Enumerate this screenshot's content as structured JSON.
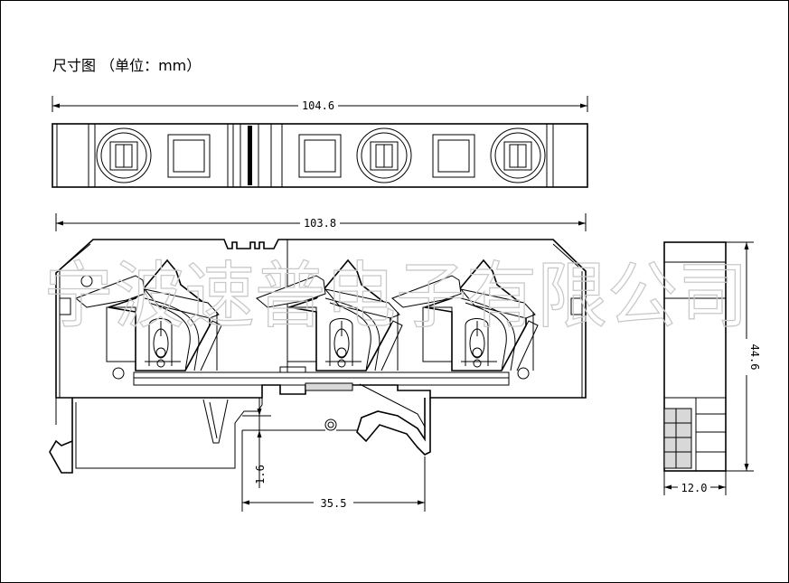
{
  "title": "尺寸图 （单位：mm）",
  "watermark": "宁波速普电子有限公司",
  "dimensions": {
    "top_length": "104.6",
    "front_length": "103.8",
    "height": "44.6",
    "width": "12.0",
    "rail_offset": "1.6",
    "rail_width": "35.5"
  }
}
